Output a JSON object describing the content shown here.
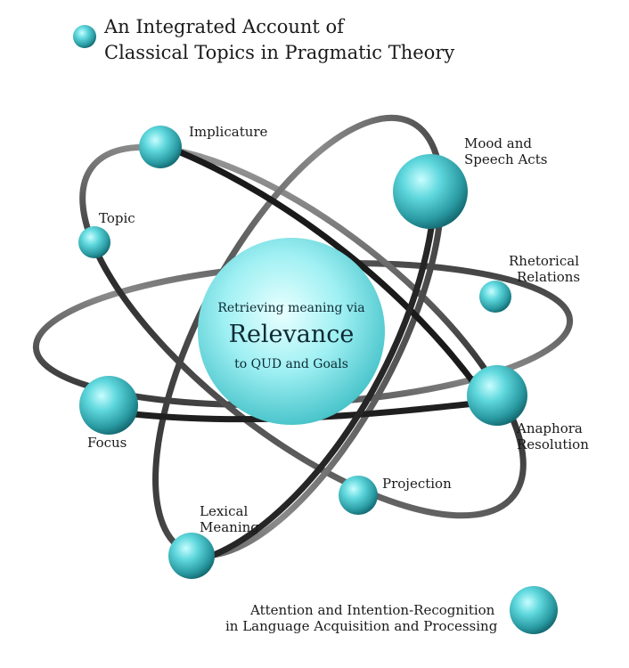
{
  "title": {
    "line1": "An Integrated Account of",
    "line2": "Classical Topics in Pragmatic Theory"
  },
  "center": {
    "line1": "Retrieving meaning via",
    "line2": "Relevance",
    "line3": "to QUD and Goals"
  },
  "nodes": {
    "implicature": "Implicature",
    "mood_line1": "Mood and",
    "mood_line2": "Speech Acts",
    "topic": "Topic",
    "rhetorical_line1": "Rhetorical",
    "rhetorical_line2": "Relations",
    "anaphora_line1": "Anaphora",
    "anaphora_line2": "Resolution",
    "focus": "Focus",
    "projection": "Projection",
    "lexical_line1": "Lexical",
    "lexical_line2": "Meaning"
  },
  "footer": {
    "line1": "Attention and Intention-Recognition",
    "line2": "in Language Acquisition and Processing"
  },
  "colors": {
    "sphere_light": "#b8fbfd",
    "sphere_mid": "#46c9cf",
    "sphere_dark": "#0f5f66",
    "orbit_dark": "#1c1c1c",
    "orbit_light": "#9a9a9a"
  }
}
